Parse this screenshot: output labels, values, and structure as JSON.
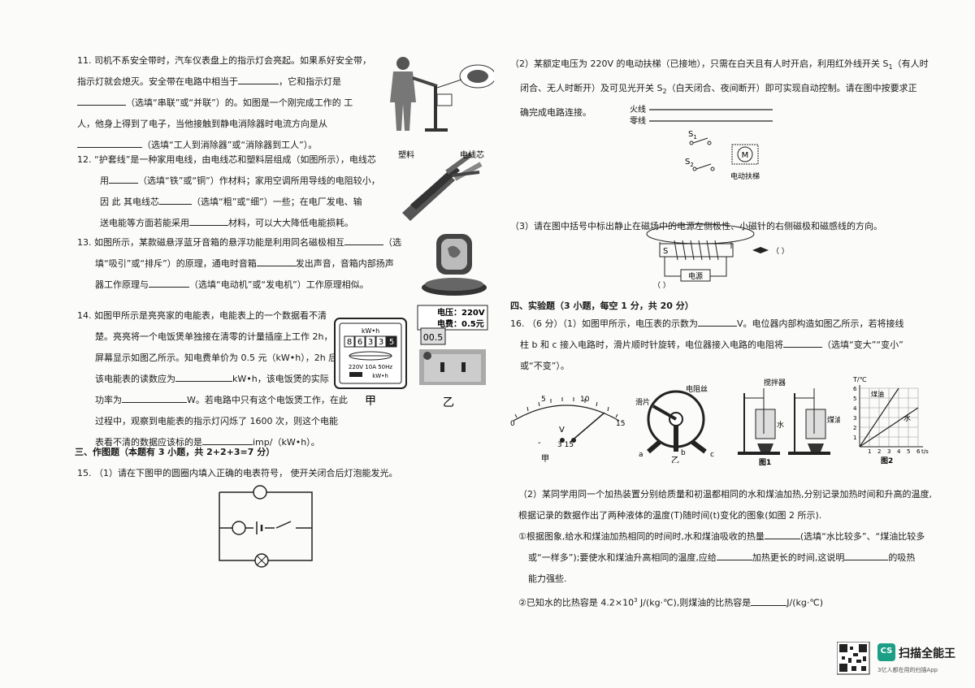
{
  "left": {
    "q11": [
      "11.  司机不系安全带时，汽车仪表盘上的指示灯会亮起。如果系好安全带，",
      "指示灯就会熄灭。安全带在电路中相当于",
      "，它和指示灯是",
      "（选填“串联”或“并联”）的。如图是一个刚完成工作的 工",
      "人，他身上得到了电子，当他接触到静电消除器时电流方向是从",
      "（选填“工人到消除器”或“消除器到工人”）。"
    ],
    "q12": [
      "12.  “护套线”是一种家用电线，由电线芯和塑料层组成（如图所示），电线芯",
      "用",
      "（选填“铁”或“铜”）作材料；家用空调所用导线的电阻较小，",
      "因  此  其电线芯",
      "（选填“粗”或“细”）一些；在电厂发电、输",
      "送电能等方面若能采用",
      "材料，可以大大降低电能损耗。"
    ],
    "q12_labels": {
      "plastic": "塑料",
      "wirecore": "电线芯"
    },
    "q13": [
      "13.  如图所示，某款磁悬浮蓝牙音箱的悬浮功能是利用同名磁极相互",
      "（选",
      "填“吸引”或“排斥”）的原理，通电时音箱",
      "发出声音，音箱内部扬声",
      "器工作原理与",
      "（选填“电动机”或“发电机”）工作原理相似。"
    ],
    "q14": [
      "14.  如图甲所示是亮亮家的电能表，电能表上的一个数据看不清",
      "楚。亮亮将一个电饭煲单独接在清零的计量插座上工作 2h，",
      "屏幕显示如图乙所示。知电费单价为 0.5 元（kW•h），2h 后",
      "该电能表的读数应为",
      "kW•h，该电饭煲的实际",
      "功率为",
      "W。若电路中只有这个电饭煲工作，在此",
      "过程中，观察到电能表的指示灯闪烁了 1600 次，则这个电能",
      "表看不清的数据应该标的是",
      "imp/（kW•h）。"
    ],
    "meter": {
      "unit": "kW•h",
      "digits": [
        "8",
        "6",
        "3",
        "3",
        "5"
      ],
      "spec": "220V 10A 50Hz",
      "unit2": "kW•h",
      "label_jia": "甲",
      "label_yi": "乙",
      "socket_v": "电压：220V",
      "socket_f": "电费：0.5元",
      "socket_disp": "00.5"
    },
    "sec3": "三、作图题（本题有 3 小题，共 2+2+3=7 分）",
    "q15": "15.  （1）请在下图甲的圆圈内填入正确的电表符号，  使开关闭合后灯泡能发光。"
  },
  "right": {
    "q15_2": [
      "（2）某额定电压为 220V 的电动扶梯（已接地），只需在白天且有人时开启，利用红外线开关 S",
      "（有人时",
      "闭合、无人时断开）及可见光开关 S",
      "（白天闭合、夜间断开）即可实现自动控制。请在图中按要求正",
      "确完成电路连接。"
    ],
    "circuit2": {
      "live": "火线",
      "neutral": "零线",
      "s1": "S",
      "s1sub": "1",
      "s2": "S",
      "s2sub": "2",
      "motor": "M",
      "motor_label": "电动扶梯"
    },
    "q15_3": "（3）请在图中括号中标出静止在磁场中的电源左侧极性、小磁针的右侧磁极和磁感线的方向。",
    "solenoid": {
      "s": "S",
      "power": "电源",
      "paren1": "（  ）",
      "paren2": "（  ）"
    },
    "sec4": "四、实验题（3 小题，每空 1 分，共 20 分）",
    "q16": [
      "16.  （6 分）（1）如图甲所示，电压表的示数为",
      "V。电位器内部构造如图乙所示，若将接线",
      "柱 b 和 c 接入电路时，滑片顺时针旋转，电位器接入电路的电阻将",
      "（选填“变大”“变小”",
      "或“不变”）。"
    ],
    "voltmeter": {
      "ticks": [
        "0",
        "5",
        "10",
        "15"
      ],
      "unit": "V",
      "terms": "3  15",
      "minus": "-",
      "label": "甲"
    },
    "pot": {
      "slider": "滑片",
      "wire": "电阻丝",
      "a": "a",
      "b": "b",
      "c": "c",
      "label": "乙"
    },
    "fig1": {
      "stirrer": "搅拌器",
      "water": "水",
      "kerosene": "煤油",
      "label": "图1"
    },
    "fig2": {
      "ylabel": "T/℃",
      "xlabel": "t/s",
      "water": "水",
      "kerosene": "煤油",
      "label": "图2",
      "yticks": [
        "1",
        "2",
        "3",
        "4",
        "5",
        "6"
      ],
      "xticks": [
        "1",
        "2",
        "3",
        "4",
        "5",
        "6"
      ]
    },
    "q16_2": [
      "（2）某同学用同一个加热装置分别给质量和初温都相同的水和煤油加热,分别记录加热时间和升高的温度,",
      "根据记录的数据作出了两种液体的温度(T)随时间(t)变化的图象(如图 2 所示).",
      "①根据图象,给水和煤油加热相同的时间时,水和煤油吸收的热量",
      "(选填“水比较多”、“煤油比较多",
      "或“一样多”);要使水和煤油升高相同的温度,应给",
      "加热更长的时间,这说明",
      "的吸热",
      "能力强些.",
      "②已知水的比热容是 4.2×10",
      "3",
      " J/(kg·℃),则煤油的比热容是",
      "J/(kg·℃)"
    ]
  },
  "watermark": {
    "badge": "CS",
    "title": "扫描全能王",
    "subtitle": "3亿人都在用的扫描App"
  }
}
